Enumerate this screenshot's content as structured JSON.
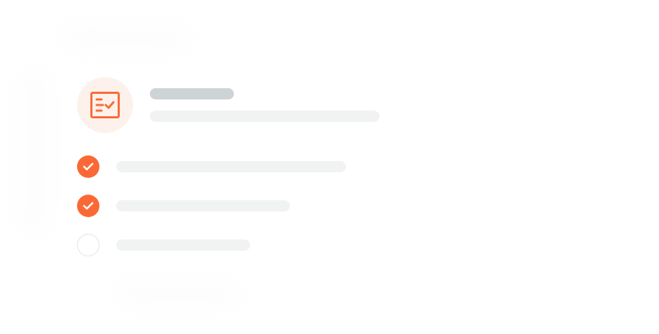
{
  "card": {
    "icon": "checklist-icon",
    "accent_color": "#fa6935",
    "bubble_color": "#fdf1ec"
  },
  "checklist": {
    "items": [
      {
        "state": "checked",
        "icon": "checkmark-icon"
      },
      {
        "state": "checked",
        "icon": "checkmark-icon"
      },
      {
        "state": "unchecked",
        "icon": "empty-circle-icon"
      }
    ]
  }
}
